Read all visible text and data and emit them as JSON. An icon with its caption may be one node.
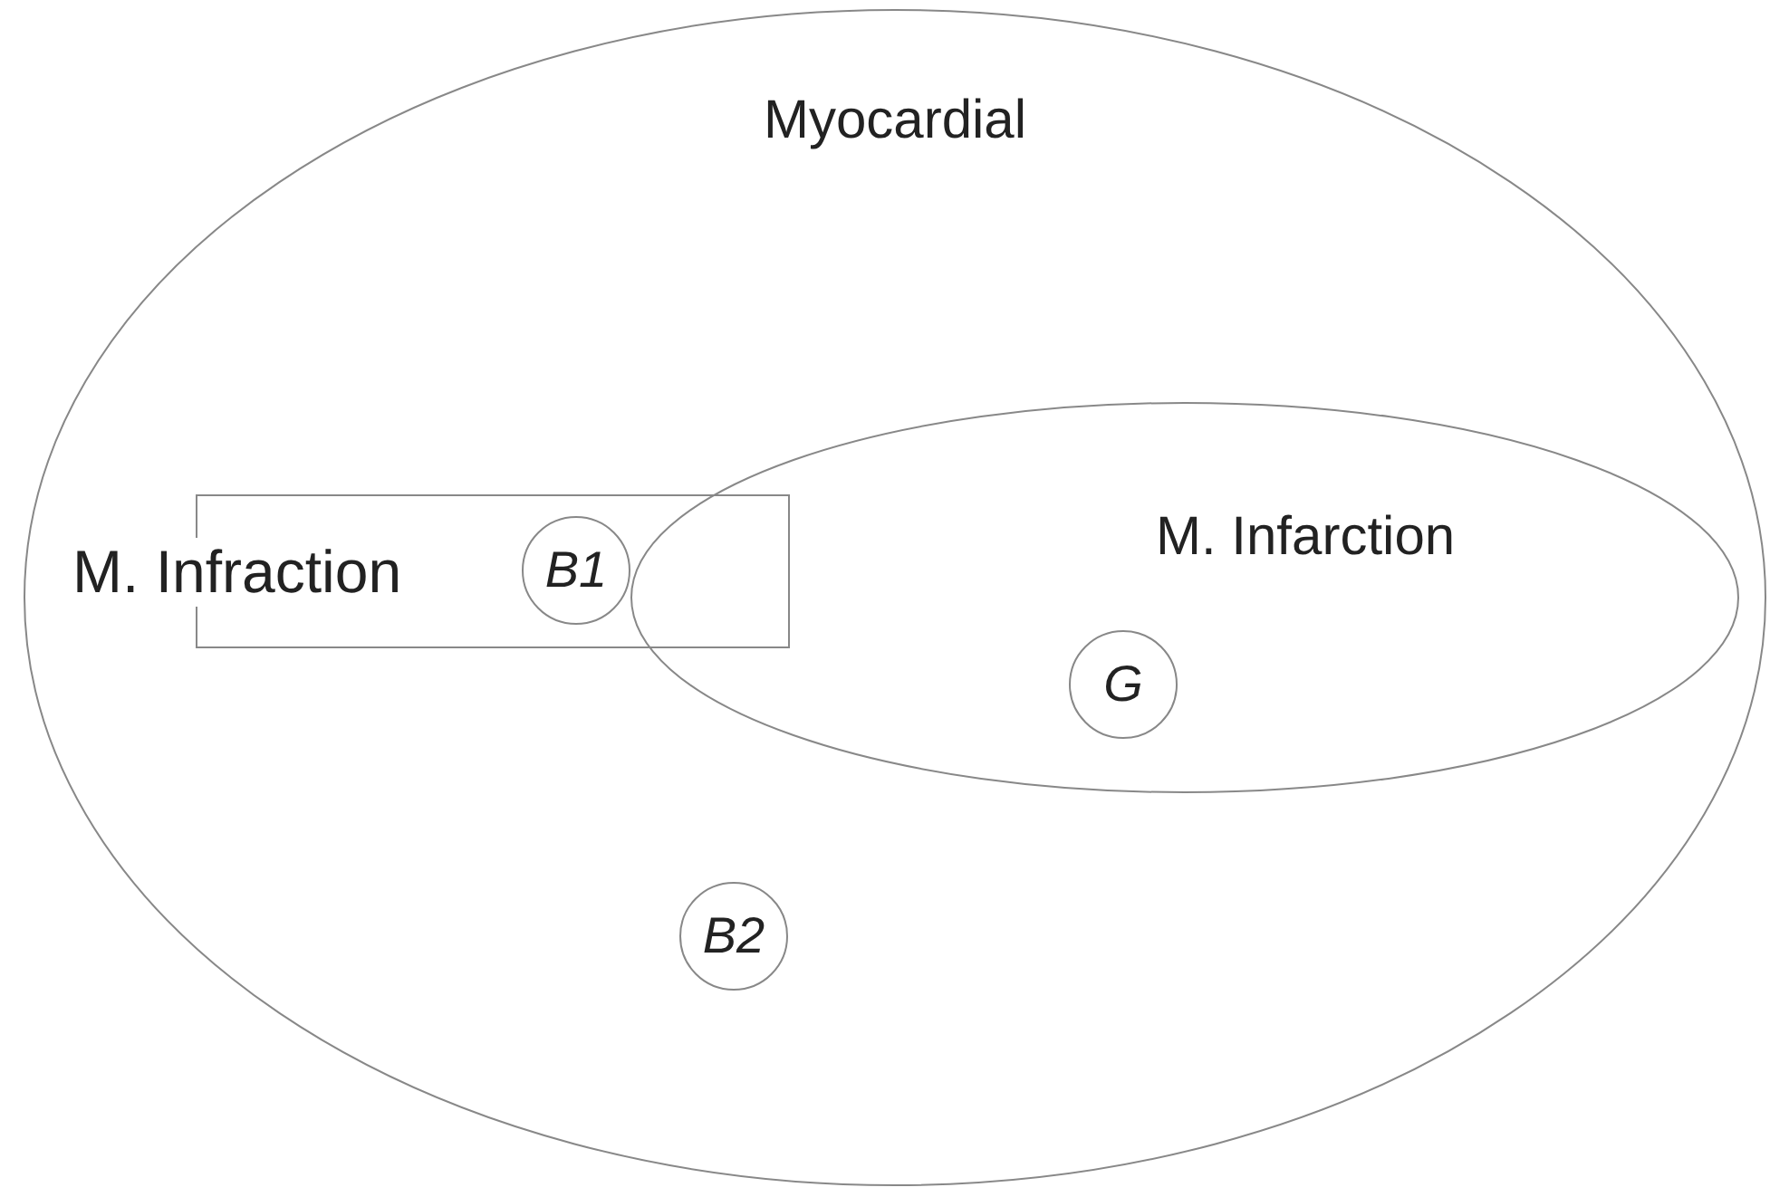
{
  "diagram": {
    "nodes": [
      {
        "text": [
          "Myocardial"
        ]
      },
      {
        "text": [
          "M. Infraction"
        ],
        "in": 0
      },
      {
        "text": [
          "B1"
        ],
        "in": 1
      },
      {
        "text": [
          "M. Infarction"
        ],
        "in": 0
      },
      {
        "text": [
          "G"
        ],
        "in": 3
      },
      {
        "text": [
          "B2"
        ],
        "in": 0
      }
    ]
  }
}
